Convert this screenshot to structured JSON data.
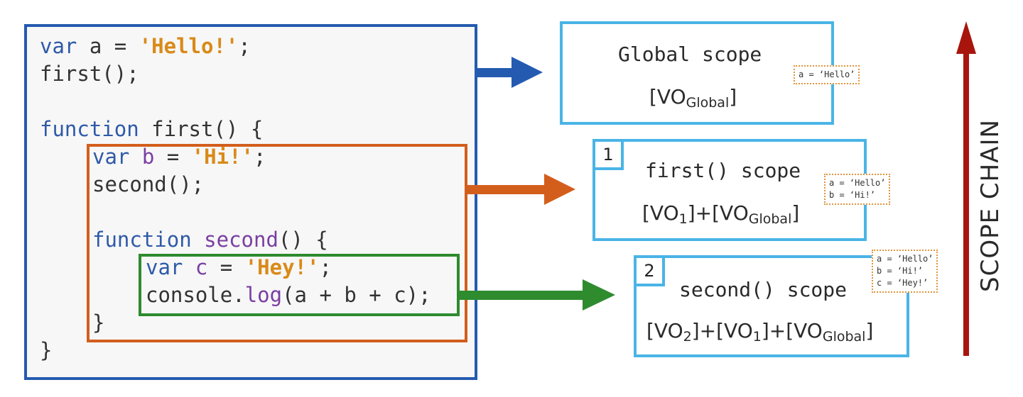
{
  "code": {
    "line1": {
      "kw": "var",
      "rest": " a = ",
      "str": "'Hello!'",
      "end": ";"
    },
    "line2": "first();",
    "line3": {
      "kw": "function",
      "rest": " first() {"
    },
    "line4": {
      "kw": "var",
      "name": " b",
      "rest": " = ",
      "str": "'Hi!'",
      "end": ";"
    },
    "line5": "second();",
    "line6": {
      "kw": "function",
      "name": " second",
      "rest": "() {"
    },
    "line7": {
      "kw": "var",
      "name": " c",
      "rest": " = ",
      "str": "'Hey!'",
      "end": ";"
    },
    "line8": {
      "pre": "console.",
      "fn": "log",
      "rest": "(a + b + c);"
    },
    "line9": "}",
    "line10": "}"
  },
  "scopes": {
    "global": {
      "title": "Global scope",
      "vo_open": "[VO",
      "vo_sub": "Global",
      "vo_close": "]",
      "note": "a = ‘Hello’"
    },
    "first": {
      "badge": "1",
      "title": "first() scope",
      "vo_a": "[VO",
      "vo_a_sub": "1",
      "vo_plus": "]+[VO",
      "vo_b_sub": "Global",
      "vo_close": "]",
      "note": "a = ‘Hello’\nb = ‘Hi!’"
    },
    "second": {
      "badge": "2",
      "title": "second() scope",
      "vo_a": "[VO",
      "vo_a_sub": "2",
      "vo_plus1": "]+[VO",
      "vo_b_sub": "1",
      "vo_plus2": "]+[VO",
      "vo_c_sub": "Global",
      "vo_close": "]",
      "note": "a = ‘Hello’\nb = ‘Hi!’\nc = ‘Hey!’"
    }
  },
  "scope_chain_label": "SCOPE CHAIN",
  "colors": {
    "global": "#245bb0",
    "first": "#d35e1c",
    "second": "#2e8b2e",
    "scope_box": "#4ab4e6",
    "chain_arrow": "#a8150d"
  }
}
